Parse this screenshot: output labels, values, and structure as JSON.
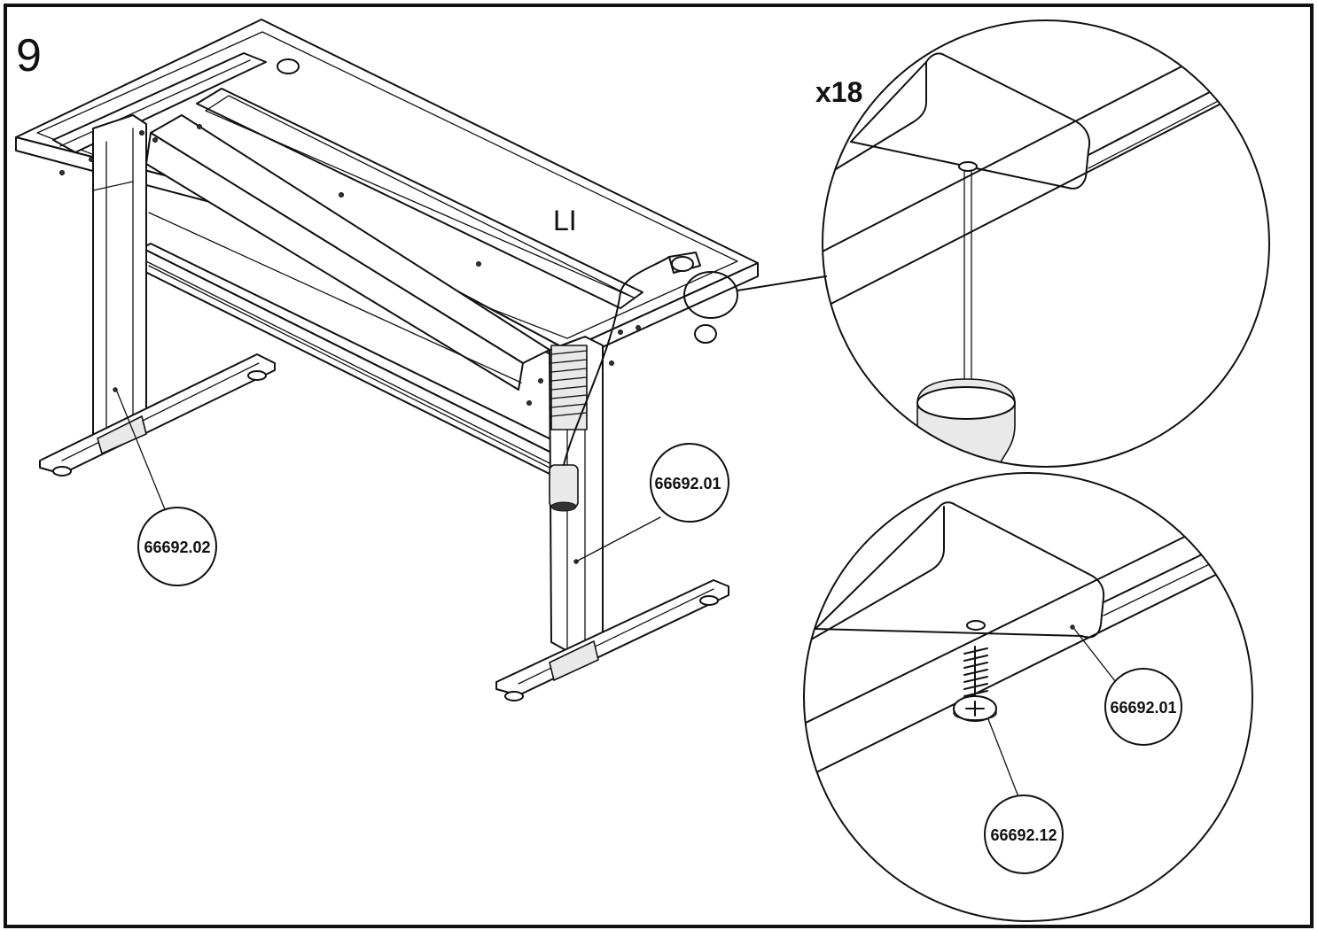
{
  "step": {
    "number": "9"
  },
  "quantity": {
    "label": "x18"
  },
  "side_marker": {
    "label": "LI"
  },
  "parts": {
    "leg_left": "66692.02",
    "leg_right": "66692.01",
    "detail_frame": "66692.01",
    "screw": "66692.12"
  }
}
